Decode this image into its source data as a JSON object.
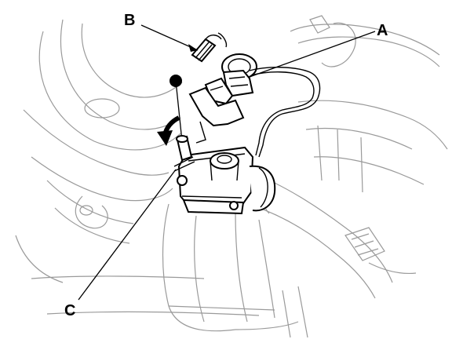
{
  "callouts": {
    "a": "A",
    "b": "B",
    "c": "C"
  },
  "colors": {
    "line": "#000000",
    "background_line": "#9a9a9a",
    "background": "#ffffff"
  }
}
